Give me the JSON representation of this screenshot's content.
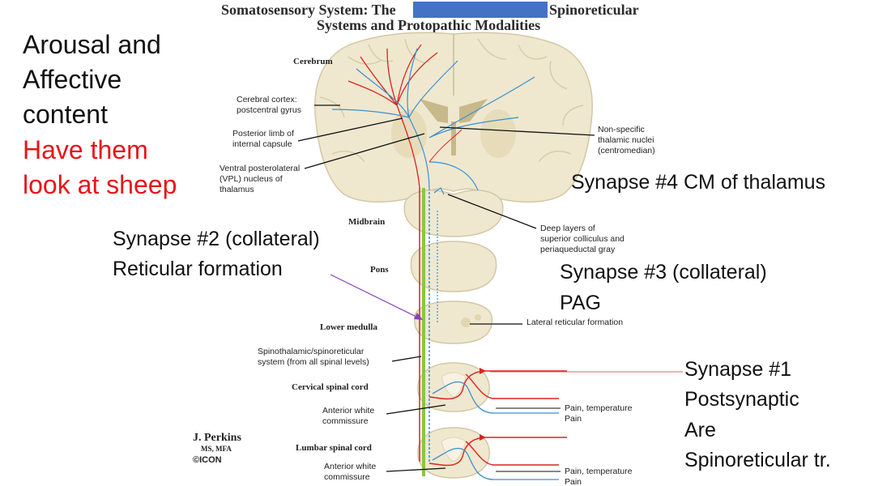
{
  "title": {
    "line1_left": "Somatosensory System: The",
    "line1_right": "Spinoreticular",
    "line2": "Systems and Protopathic Modalities"
  },
  "left_notes": {
    "line1": "Arousal and",
    "line2": "Affective",
    "line3": "content",
    "line4": "Have them",
    "line5": "look at sheep"
  },
  "annotations": {
    "synapse4": "Synapse #4 CM of thalamus",
    "synapse2_line1": "Synapse #2 (collateral)",
    "synapse2_line2": "Reticular formation",
    "synapse3_line1": "Synapse #3 (collateral)",
    "synapse3_line2": "PAG",
    "synapse1_line1": "Synapse #1",
    "synapse1_line2": "Postsynaptic",
    "synapse1_line3": "Are",
    "synapse1_line4": "Spinoreticular tr."
  },
  "headings": {
    "cerebrum": "Cerebrum",
    "midbrain": "Midbrain",
    "pons": "Pons",
    "lower_medulla": "Lower medulla",
    "cervical": "Cervical spinal cord",
    "lumbar": "Lumbar spinal cord"
  },
  "labels": {
    "cortex_1": "Cerebral cortex:",
    "cortex_2": "postcentral gyrus",
    "capsule_1": "Posterior limb of",
    "capsule_2": "internal capsule",
    "vpl_1": "Ventral posterolateral",
    "vpl_2": "(VPL) nucleus of",
    "vpl_3": "thalamus",
    "nonspec_1": "Non-specific",
    "nonspec_2": "thalamic nuclei",
    "nonspec_3": "(centromedian)",
    "deep_1": "Deep layers of",
    "deep_2": "superior colliculus and",
    "deep_3": "periaqueductal gray",
    "lateral_ret": "Lateral reticular formation",
    "spino_1": "Spinothalamic/spinoreticular",
    "spino_2": "system (from all spinal levels)",
    "awc1_1": "Anterior white",
    "awc1_2": "commissure",
    "awc2_1": "Anterior white",
    "awc2_2": "commissure",
    "pain1_1": "Pain, temperature",
    "pain1_2": "Pain",
    "pain2_1": "Pain, temperature",
    "pain2_2": "Pain"
  },
  "credit": {
    "name": "J. Perkins",
    "degree": "MS, MFA",
    "logo": "©ICON"
  },
  "colors": {
    "tissue": "#efe8cf",
    "tissue_edge": "#d2c8a6",
    "ventricle": "#c7b98a",
    "tract_red": "#e02020",
    "tract_blue": "#3c8fd0",
    "tract_green": "#8cc63f",
    "arrow_purple": "#8a3fbf",
    "redaction": "#4472c4"
  }
}
